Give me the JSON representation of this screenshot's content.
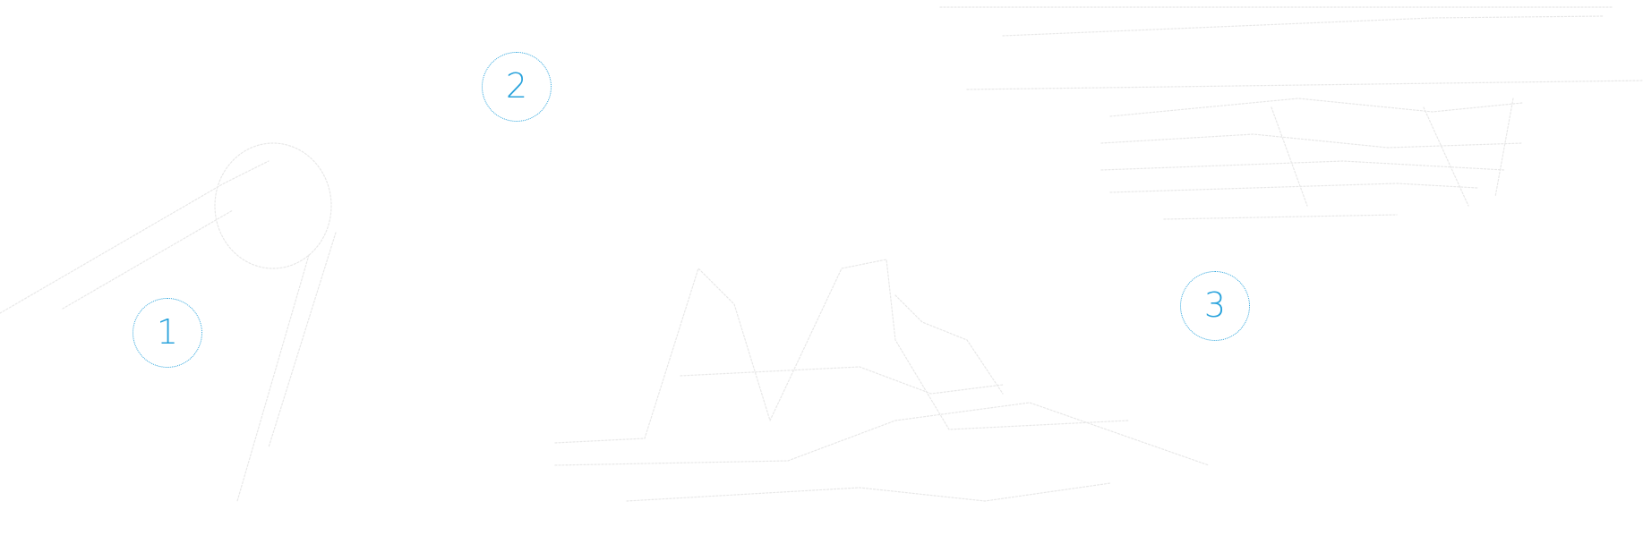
{
  "hotspots": [
    {
      "label": "1"
    },
    {
      "label": "2"
    },
    {
      "label": "3"
    }
  ],
  "colors": {
    "accent": "#29a3dc",
    "sketch_line": "#e6e6e6",
    "background": "#ffffff"
  },
  "icons": {
    "background": "faint-pencil-sketch-illustration"
  }
}
